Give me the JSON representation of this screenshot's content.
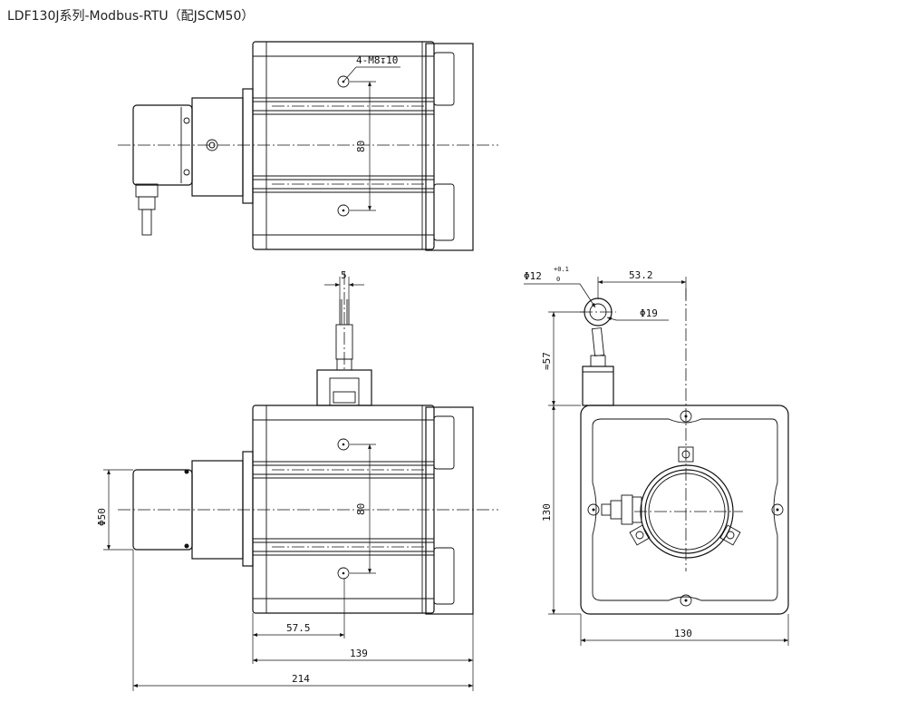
{
  "title": "LDF130J系列-Modbus-RTU（配JSCM50）",
  "labels": {
    "hole_callout": "4-M8↧10",
    "hole_spacing_top": "80",
    "hole_spacing_front": "80",
    "cable_width": "5",
    "hole_diameter": "Φ12",
    "hole_tol_upper": "+0.1",
    "hole_tol_lower": "0",
    "offset_53": "53.2",
    "ring_diameter": "Φ19",
    "approx_57": "≈57",
    "height_130": "130",
    "width_130": "130",
    "encoder_diameter": "Φ50",
    "dim_57_5": "57.5",
    "dim_139": "139",
    "dim_214": "214"
  }
}
